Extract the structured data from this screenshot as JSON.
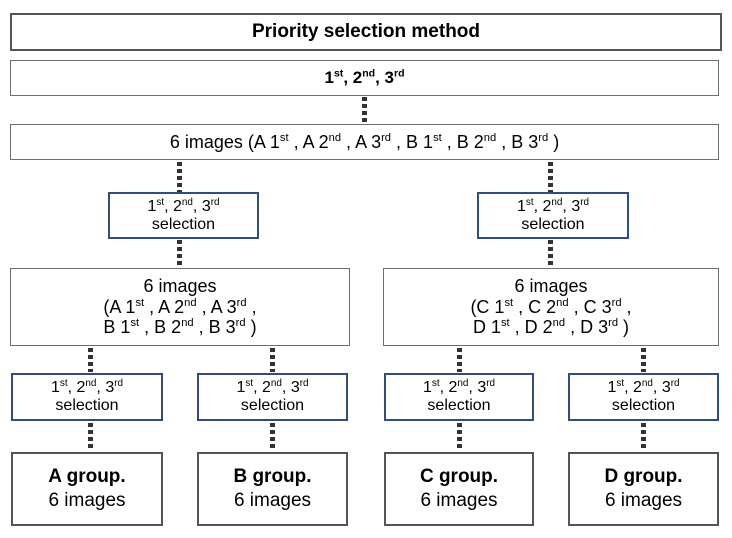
{
  "header": {
    "title": "Priority selection method",
    "ranking": {
      "r1": "1",
      "s1": "st",
      "r2": ", 2",
      "s2": "nd",
      "r3": ", 3",
      "s3": "rd"
    }
  },
  "all_images": {
    "prefix": "6 images (",
    "items": [
      {
        "label": "A 1",
        "sup": "st",
        "sep": " , "
      },
      {
        "label": "A 2",
        "sup": "nd",
        "sep": " , "
      },
      {
        "label": "A 3",
        "sup": "rd",
        "sep": " , "
      },
      {
        "label": "B 1",
        "sup": "st",
        "sep": " , "
      },
      {
        "label": "B 2",
        "sup": "nd",
        "sep": " , "
      },
      {
        "label": "B 3",
        "sup": "rd",
        "sep": " )"
      }
    ]
  },
  "selection": {
    "r1": "1",
    "s1": "st",
    "r2": ", 2",
    "s2": "nd",
    "r3": ", 3",
    "s3": "rd",
    "word": "selection"
  },
  "mid_left": {
    "line1": "6 images",
    "line2": [
      {
        "label": "(A 1",
        "sup": "st",
        "sep": " , "
      },
      {
        "label": "A 2",
        "sup": "nd",
        "sep": " , "
      },
      {
        "label": "A 3",
        "sup": "rd",
        "sep": " ,"
      }
    ],
    "line3": [
      {
        "label": "B 1",
        "sup": "st",
        "sep": " , "
      },
      {
        "label": "B 2",
        "sup": "nd",
        "sep": " , "
      },
      {
        "label": "B 3",
        "sup": "rd",
        "sep": " )"
      }
    ]
  },
  "mid_right": {
    "line1": "6 images",
    "line2": [
      {
        "label": "(C 1",
        "sup": "st",
        "sep": " , "
      },
      {
        "label": "C 2",
        "sup": "nd",
        "sep": " , "
      },
      {
        "label": "C 3",
        "sup": "rd",
        "sep": " ,"
      }
    ],
    "line3": [
      {
        "label": "D 1",
        "sup": "st",
        "sep": " , "
      },
      {
        "label": "D 2",
        "sup": "nd",
        "sep": " , "
      },
      {
        "label": "D 3",
        "sup": "rd",
        "sep": " )"
      }
    ]
  },
  "groups": [
    {
      "name": "A group.",
      "count": "6 images"
    },
    {
      "name": "B group.",
      "count": "6 images"
    },
    {
      "name": "C group.",
      "count": "6 images"
    },
    {
      "name": "D group.",
      "count": "6 images"
    }
  ],
  "colors": {
    "connector": "#333333",
    "selection_border": "#2f4f7a",
    "box_border": "#6f6f6f"
  }
}
